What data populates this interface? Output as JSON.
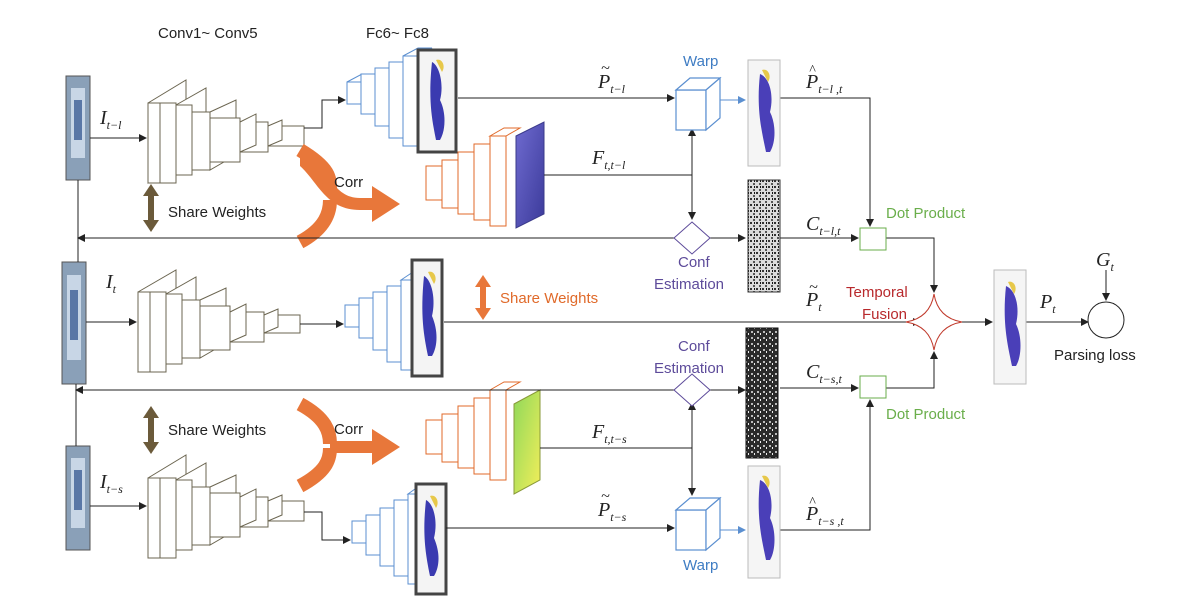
{
  "labels": {
    "conv_header": "Conv1~ Conv5",
    "fc_header": "Fc6~ Fc8",
    "corr": "Corr",
    "share_weights": "Share Weights",
    "warp": "Warp",
    "conf_estimation_line1": "Conf",
    "conf_estimation_line2": "Estimation",
    "dot_product": "Dot Product",
    "temporal_fusion_line1": "Temporal",
    "temporal_fusion_line2": "Fusion",
    "parsing_loss": "Parsing loss"
  },
  "math": {
    "I_base": "I",
    "I_tl_sub": "t−l",
    "I_t_sub": "t",
    "I_ts_sub": "t−s",
    "P_base": "P",
    "P_tl_sub": "t−l",
    "P_t_sub": "t",
    "P_ts_sub": "t−s",
    "Phat_tl_sub": "t−l ,t",
    "Phat_ts_sub": "t−s ,t",
    "F_base": "F",
    "F_tl_sub": "t,t−l",
    "F_ts_sub": "t,t−s",
    "C_base": "C",
    "C_tl_sub": "t−l,t",
    "C_ts_sub": "t−s,t",
    "Pout_base": "P",
    "Pout_sub": "t",
    "G_base": "G",
    "G_sub": "t",
    "tilde": "~",
    "hat": "^"
  },
  "colors": {
    "conv": "#6b6550",
    "fc": "#5b8fd0",
    "corr": "#e06a2a",
    "warp_text": "#3e7cc3",
    "conf_text": "#5d4b9a",
    "dot_text": "#6aae4b",
    "fusion_text": "#b8292c",
    "share_arrow": "#6b5a3a",
    "share_arrow_orange": "#e06a2a"
  }
}
